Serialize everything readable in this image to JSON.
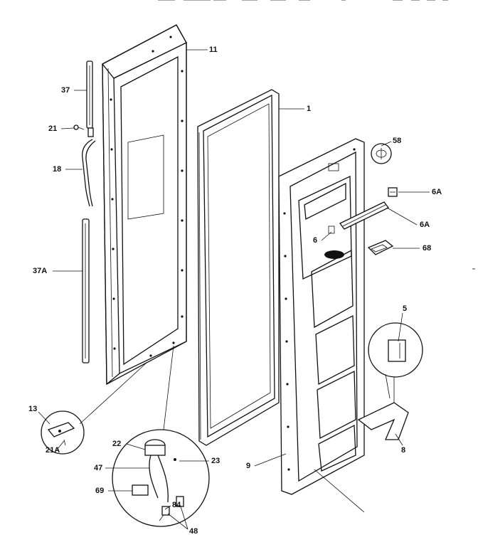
{
  "labels": {
    "l11": "11",
    "l1": "1",
    "l37": "37",
    "l21": "21",
    "l18": "18",
    "l37a": "37A",
    "l58": "58",
    "l6a_top": "6A",
    "l6a_mid": "6A",
    "l6": "6",
    "l68": "68",
    "l5": "5",
    "l13": "13",
    "l21a": "21A",
    "l22": "22",
    "l23": "23",
    "l47": "47",
    "l69": "69",
    "l84": "84",
    "l48": "48",
    "l9": "9",
    "l8": "8"
  }
}
